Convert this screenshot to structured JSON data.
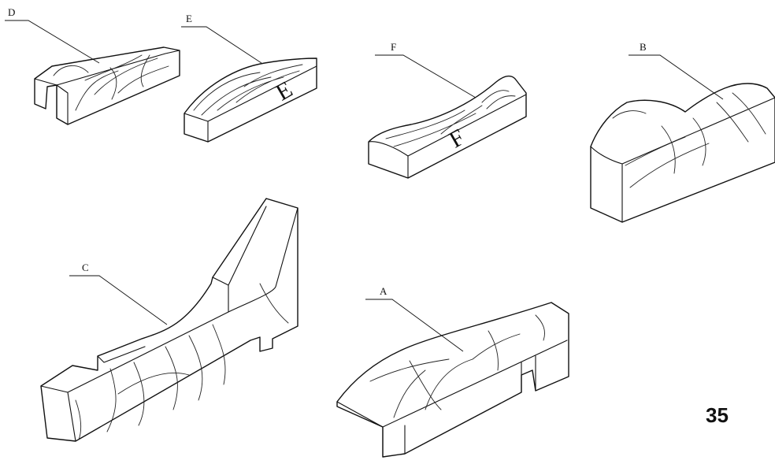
{
  "pieces": {
    "A": {
      "label": "A"
    },
    "B": {
      "label": "B"
    },
    "C": {
      "label": "C"
    },
    "D": {
      "label": "D"
    },
    "E": {
      "label": "E",
      "mark": "E"
    },
    "F": {
      "label": "F",
      "mark": "F"
    }
  },
  "page_number": "35"
}
